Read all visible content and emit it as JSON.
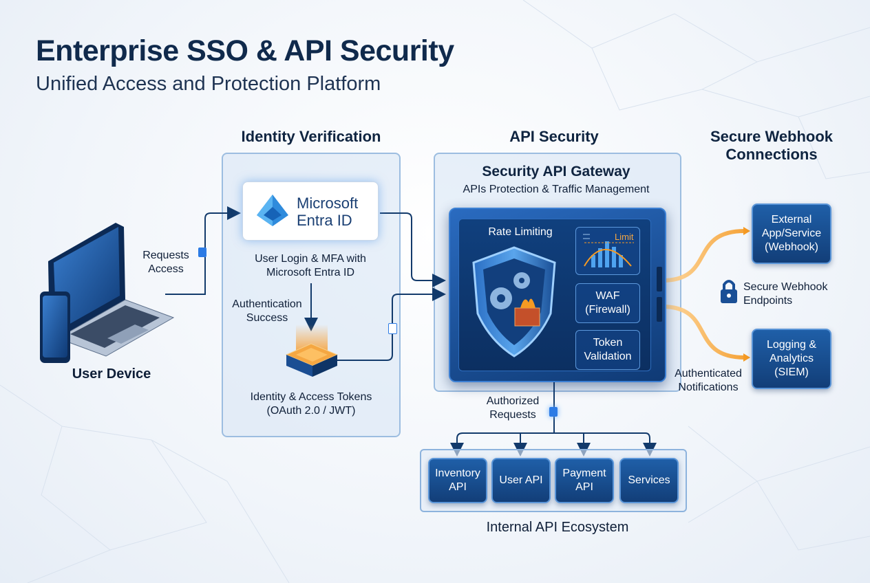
{
  "header": {
    "title": "Enterprise SSO & API Security",
    "subtitle": "Unified Access and Protection Platform"
  },
  "sections": {
    "identity": "Identity Verification",
    "api_security": "API Security",
    "webhook": "Secure Webhook Connections"
  },
  "user_device": {
    "label": "User Device",
    "requests_access": "Requests Access"
  },
  "identity": {
    "entra_line1": "Microsoft",
    "entra_line2": "Entra ID",
    "login_mfa": "User Login & MFA with Microsoft Entra ID",
    "auth_success": "Authentication Success",
    "tokens": "Identity & Access Tokens (OAuth 2.0 / JWT)"
  },
  "gateway": {
    "title": "Security API Gateway",
    "subtitle": "APIs Protection & Traffic Management",
    "rate_limiting": "Rate Limiting",
    "limit": "Limit",
    "waf": "WAF (Firewall)",
    "token_validation": "Token Validation"
  },
  "internal": {
    "authorized_requests": "Authorized Requests",
    "apis": [
      "Inventory API",
      "User API",
      "Payment API",
      "Services"
    ],
    "label": "Internal API Ecosystem"
  },
  "webhook": {
    "external": "External App/Service (Webhook)",
    "endpoints": "Secure Webhook Endpoints",
    "logging": "Logging & Analytics (SIEM)",
    "notifications": "Authenticated Notifications"
  },
  "colors": {
    "dark_blue": "#123e78",
    "accent_blue": "#2a6bc0",
    "orange_flow": "#f59a23",
    "title": "#102a4c"
  }
}
